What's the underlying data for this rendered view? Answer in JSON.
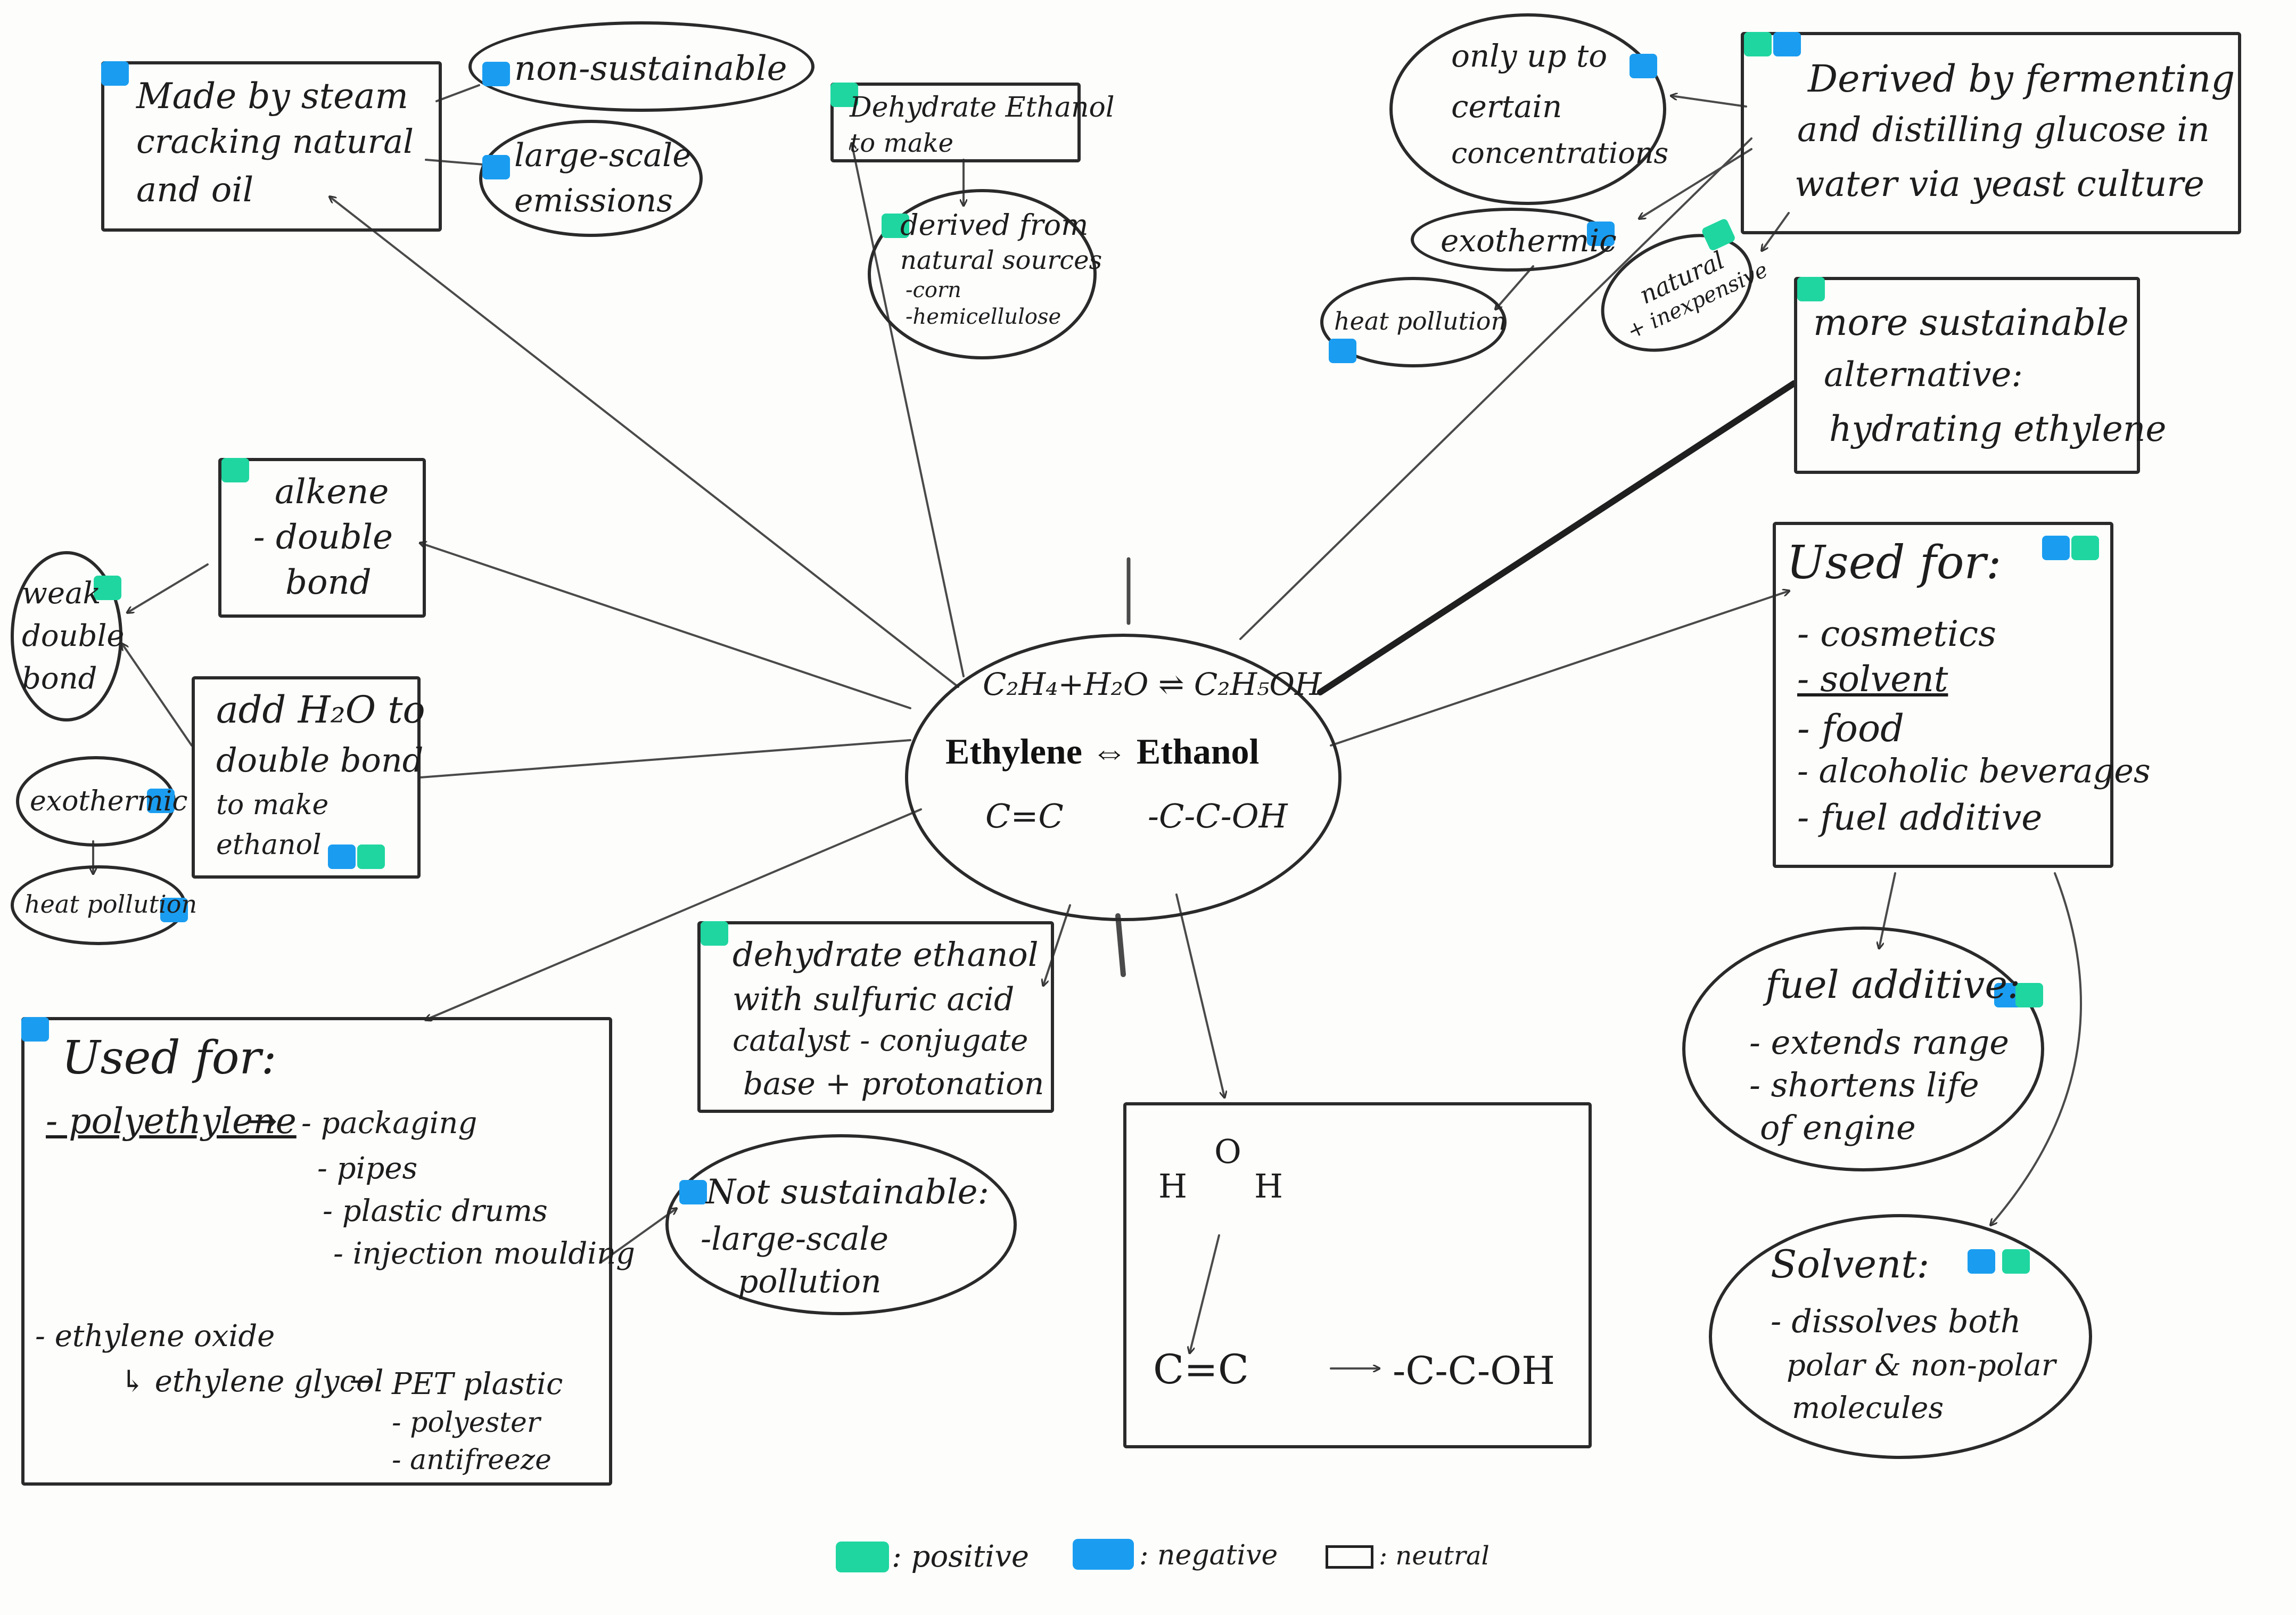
{
  "center": {
    "equation": "C₂H₄+H₂O ⇌ C₂H₅OH",
    "title": "Ethylene ⇔ Ethanol",
    "ethylene_struct": "C=C",
    "ethanol_struct": "-C-C-OH"
  },
  "nodes": {
    "steam": {
      "lines": [
        "Made by steam",
        "cracking natural",
        "and oil"
      ],
      "tag": "neg"
    },
    "nonsust": {
      "text": "non-sustainable",
      "tag": "neg"
    },
    "largescale": {
      "lines": [
        "large-scale",
        "emissions"
      ],
      "tag": "neg"
    },
    "dehydrate_top": {
      "lines": [
        "Dehydrate Ethanol",
        "to make"
      ],
      "tag": "pos"
    },
    "derived_natural": {
      "lines": [
        "derived from",
        "natural sources",
        "-corn",
        "-hemicellulose"
      ],
      "tag": "pos"
    },
    "onlyupto": {
      "lines": [
        "only up to",
        "certain",
        "concentrations"
      ],
      "tag": "neg"
    },
    "fermenting": {
      "lines": [
        "Derived by fermenting",
        "and distilling glucose in",
        "water via yeast culture"
      ],
      "tags": [
        "pos",
        "neg"
      ]
    },
    "exo_top": {
      "text": "exothermic",
      "tag": "neg"
    },
    "heat_top": {
      "text": "heat pollution",
      "tag": "neg"
    },
    "natural_inexp": {
      "lines": [
        "natural",
        "+ inexpensive"
      ],
      "tag": "pos"
    },
    "more_sust": {
      "lines": [
        "more sustainable",
        "alternative:",
        "hydrating ethylene"
      ],
      "tag": "pos"
    },
    "alkene": {
      "lines": [
        "alkene",
        "- double",
        "bond"
      ],
      "tag": "pos"
    },
    "weak": {
      "lines": [
        "weak",
        "double",
        "bond"
      ],
      "tag": "pos"
    },
    "addh2o": {
      "lines": [
        "add H₂O to",
        "double bond",
        "to make",
        "ethanol"
      ],
      "tags": [
        "neg",
        "pos"
      ]
    },
    "exo_left": {
      "text": "exothermic",
      "tag": "neg"
    },
    "heat_left": {
      "text": "heat pollution",
      "tag": "neg"
    },
    "used_right": {
      "title": "Used for:",
      "items": [
        "- cosmetics",
        "- solvent",
        "- food",
        "- alcoholic beverages",
        "- fuel additive"
      ],
      "tags": [
        "neg",
        "pos"
      ]
    },
    "fuel_add": {
      "title": "fuel additive:",
      "items": [
        "- extends range",
        "- shortens life",
        "of engine"
      ],
      "tags": [
        "neg",
        "pos"
      ]
    },
    "solvent": {
      "title": "Solvent:",
      "items": [
        "- dissolves both",
        "polar & non-polar",
        "molecules"
      ],
      "tags": [
        "neg",
        "pos"
      ]
    },
    "used_left": {
      "title": "Used for:",
      "poly": "- polyethylene",
      "poly_items": [
        "- packaging",
        "- pipes",
        "- plastic drums",
        "- injection moulding"
      ],
      "oxide": "- ethylene oxide",
      "glycol": "↳ ethylene glycol",
      "glycol_items": [
        "PET plastic",
        "- polyester",
        "- antifreeze"
      ],
      "tag": "neg"
    },
    "dehydrate_bottom": {
      "lines": [
        "dehydrate ethanol",
        "with sulfuric acid",
        "catalyst - conjugate",
        "base + protonation"
      ],
      "tag": "pos"
    },
    "not_sust": {
      "lines": [
        "Not sustainable:",
        "-large-scale",
        "pollution"
      ],
      "tag": "neg"
    },
    "mechanism": {
      "O": "O",
      "H1": "H",
      "H2": "H",
      "alkene": "C=C",
      "product": "-C-C-OH",
      "arrow": "→"
    }
  },
  "legend": {
    "positive": ": positive",
    "negative": ": negative",
    "neutral": ": neutral"
  },
  "colors": {
    "positive": "#1fd6a0",
    "negative": "#1a9df0",
    "ink": "#2a2a2a"
  }
}
